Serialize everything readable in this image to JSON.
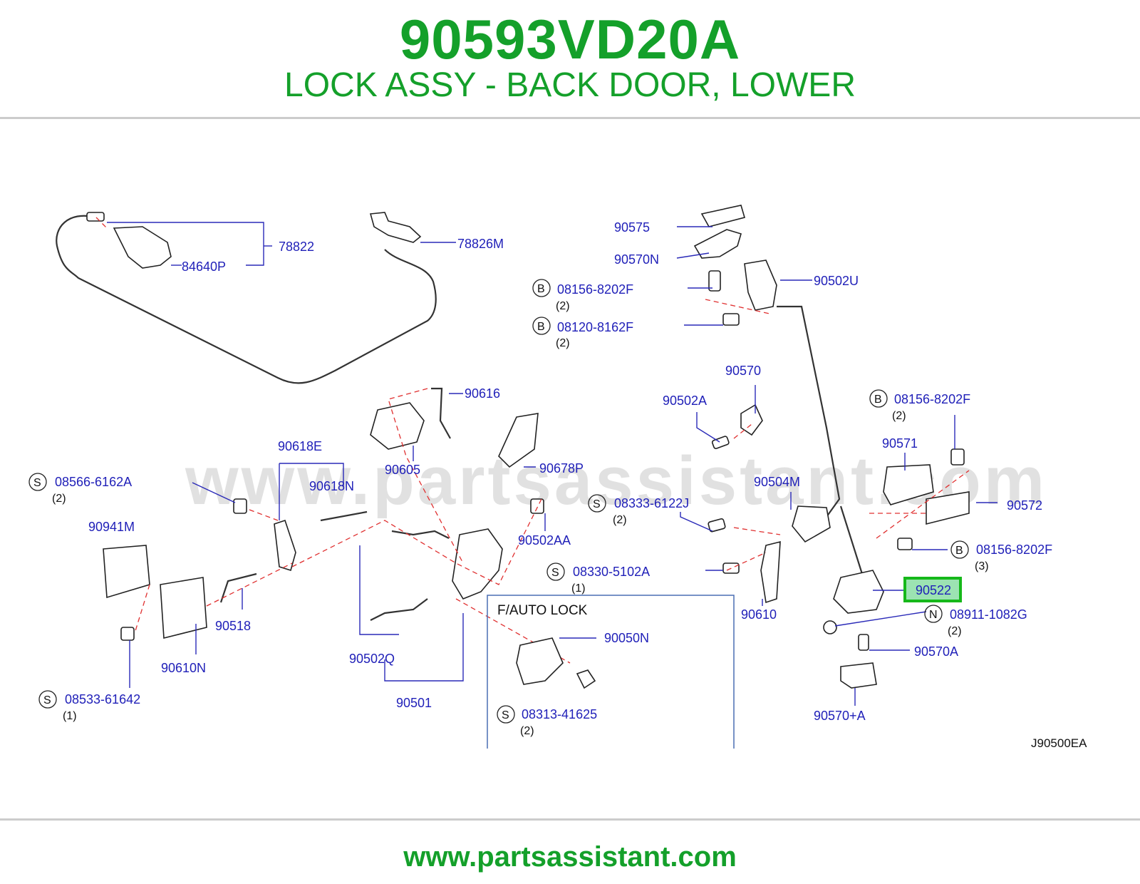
{
  "header": {
    "part_number": "90593VD20A",
    "description": "LOCK ASSY - BACK DOOR, LOWER"
  },
  "watermark": "www.partsassistant.com",
  "footer": {
    "url": "www.partsassistant.com"
  },
  "diagram": {
    "drawing_ref": "J90500EA",
    "inset_title": "F/AUTO   LOCK",
    "highlighted_part": "90522",
    "colors": {
      "brand_green": "#14a02a",
      "label_blue": "#1f1fb8",
      "dash_red": "#e03030",
      "highlight_fill": "#9ce3b2"
    },
    "labels": {
      "p78822": "78822",
      "p84640P": "84640P",
      "p78826M": "78826M",
      "p90575": "90575",
      "p90570N": "90570N",
      "p90502U": "90502U",
      "p08156_8202F_a": "08156-8202F",
      "p08120_8162F": "08120-8162F",
      "p90570": "90570",
      "p90502A": "90502A",
      "p08156_8202F_b": "08156-8202F",
      "p90571": "90571",
      "p90616": "90616",
      "p90605": "90605",
      "p90678P": "90678P",
      "p90618E": "90618E",
      "p90618N": "90618N",
      "p08566_6162A": "08566-6162A",
      "p90941M": "90941M",
      "p90504M": "90504M",
      "p08333_6122J": "08333-6122J",
      "p90572": "90572",
      "p90502AA": "90502AA",
      "p08156_8202F_c": "08156-8202F",
      "p08330_5102A": "08330-5102A",
      "p90522": "90522",
      "p90518": "90518",
      "p90610": "90610",
      "p08911_1082G": "08911-1082G",
      "p90050N": "90050N",
      "p90570A": "90570A",
      "p90610N": "90610N",
      "p90502Q": "90502Q",
      "p08313_41625": "08313-41625",
      "p90501": "90501",
      "p08533_61642": "08533-61642",
      "p90570plusA": "90570+A"
    },
    "quantities": {
      "q2": "(2)",
      "q3": "(3)",
      "q1": "(1)"
    },
    "circle_letters": {
      "B": "B",
      "S": "S",
      "N": "N"
    }
  }
}
